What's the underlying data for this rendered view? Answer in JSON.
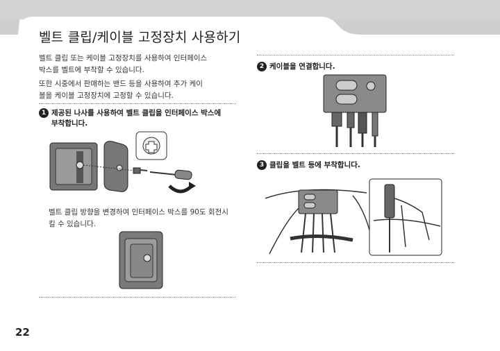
{
  "page": {
    "title": "벨트 클립/케이블 고정장치 사용하기",
    "page_number": "22"
  },
  "left": {
    "intro_line1": "벨트 클립 또는 케이블 고정장치를 사용하여 인터페이스",
    "intro_line2": "박스를 벨트에 부착할 수 있습니다.",
    "band_line1": "또한 시중에서 판매하는 밴드 등을 사용하여 추가 케이",
    "band_line2": "블을 케이블 고정장치에 고정할 수 있습니다.",
    "step1_num": "1",
    "step1_line1": "제공된 나사를 사용하여 벨트 클립을 인터페이스 박스에",
    "step1_line2": "부착합니다.",
    "rotate_line1": "벨트 클립 방향을 변경하여 인터페이스 박스를 90도 회전시",
    "rotate_line2": "킬 수 있습니다."
  },
  "right": {
    "step2_num": "2",
    "step2_text": "케이블을 연결합니다.",
    "step3_num": "3",
    "step3_text": "클립을 벨트 등에 부착합니다."
  },
  "colors": {
    "header_gray": "#c9c9c9",
    "device_dark": "#6f6f6f",
    "device_light": "#bdbdbd"
  }
}
